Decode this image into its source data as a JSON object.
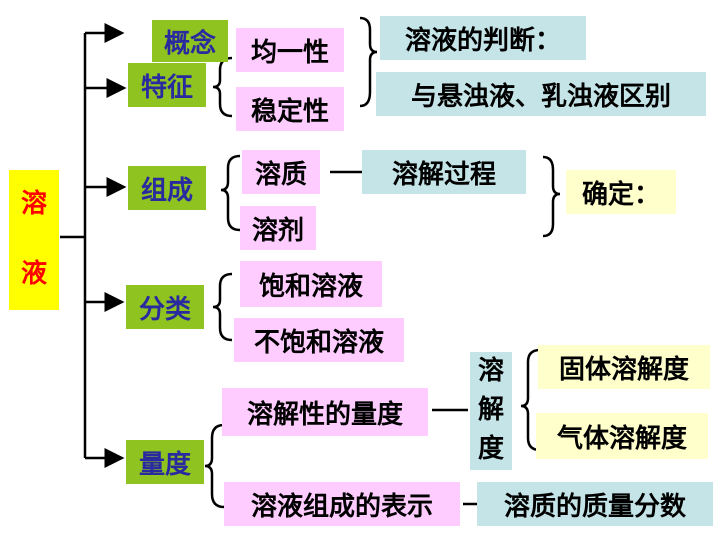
{
  "root": {
    "char1": "溶",
    "char2": "液"
  },
  "main": {
    "concept": "概念",
    "feature": "特征",
    "composition": "组成",
    "classification": "分类",
    "measure": "量度"
  },
  "feature_items": [
    "均一性",
    "稳定性"
  ],
  "judgement": [
    "溶液的判断：",
    "与悬浊液、乳浊液区别"
  ],
  "composition_items": {
    "solute": "溶质",
    "solvent": "溶剂",
    "process": "溶解过程",
    "determine": "确定："
  },
  "classification_items": [
    "饱和溶液",
    "不饱和溶液"
  ],
  "measure_items": {
    "solubility": "溶解性的量度",
    "solubility_chars": [
      "溶",
      "解",
      "度"
    ],
    "solid": "固体溶解度",
    "gas": "气体溶解度",
    "composition_repr": "溶液组成的表示",
    "mass_fraction": "溶质的质量分数"
  }
}
